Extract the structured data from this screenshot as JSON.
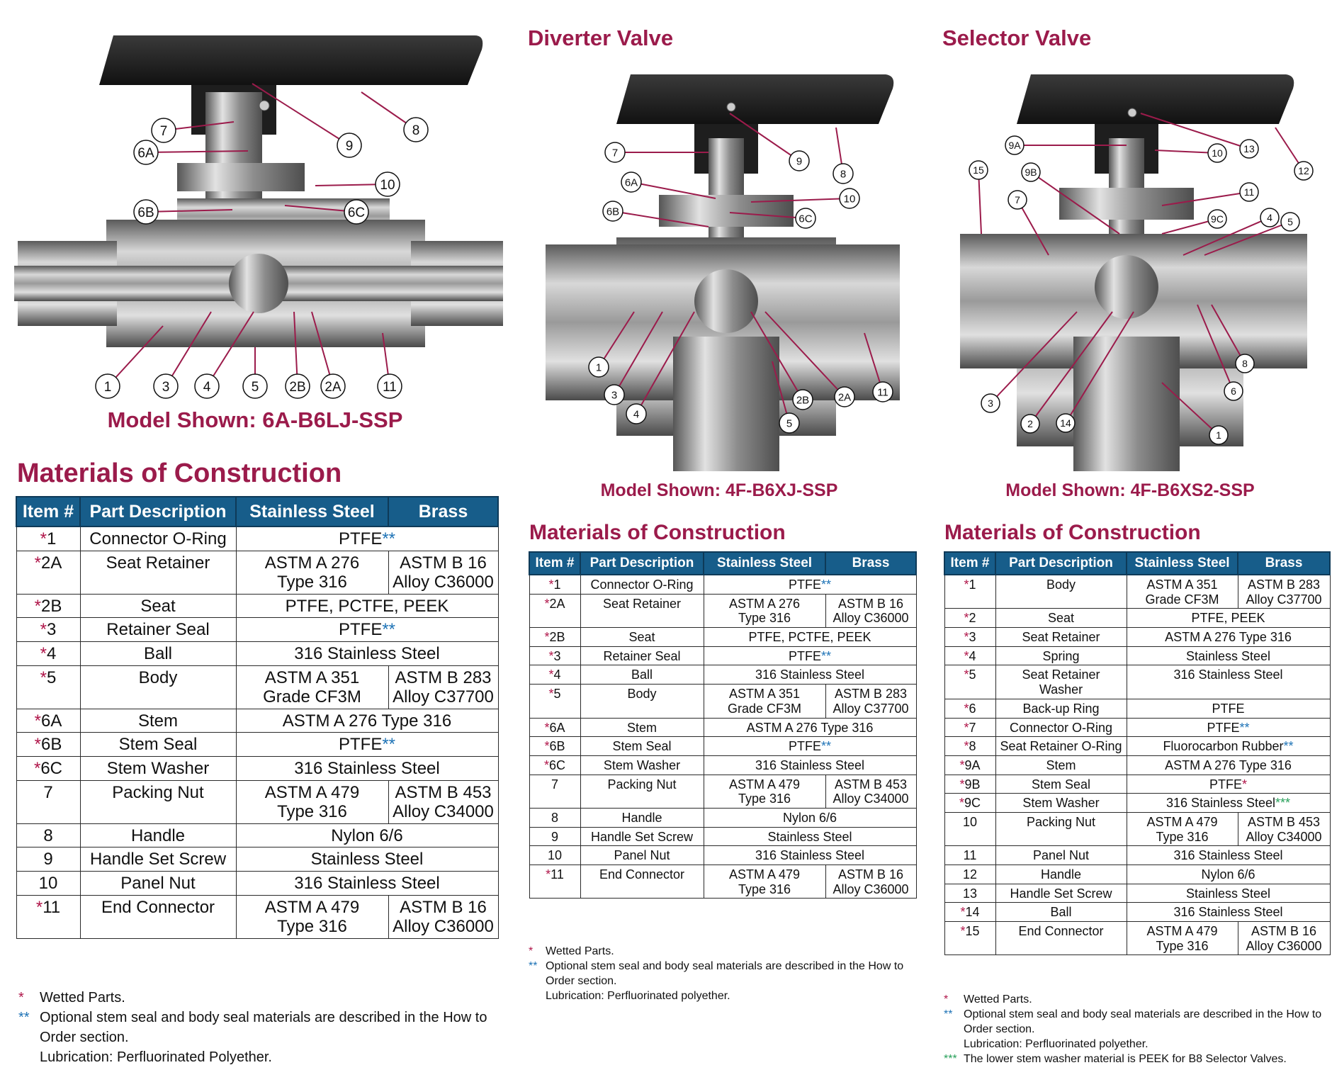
{
  "valve1": {
    "model": "Model Shown: 6A-B6LJ-SSP",
    "callouts": [
      "1",
      "2A",
      "2B",
      "3",
      "4",
      "5",
      "6A",
      "6B",
      "6C",
      "7",
      "8",
      "9",
      "10",
      "11"
    ]
  },
  "valve2": {
    "title": "Diverter Valve",
    "model": "Model Shown: 4F-B6XJ-SSP",
    "callouts": [
      "1",
      "2A",
      "2B",
      "3",
      "4",
      "5",
      "6A",
      "6B",
      "6C",
      "7",
      "8",
      "9",
      "10",
      "11"
    ]
  },
  "valve3": {
    "title": "Selector Valve",
    "model": "Model Shown: 4F-B6XS2-SSP",
    "callouts": [
      "1",
      "2",
      "3",
      "4",
      "5",
      "6",
      "7",
      "8",
      "9A",
      "9B",
      "9C",
      "10",
      "11",
      "12",
      "13",
      "14",
      "15"
    ]
  },
  "headers": [
    "Item #",
    "Part Description",
    "Stainless Steel",
    "Brass"
  ],
  "table1": {
    "heading": "Materials of Construction",
    "rows": [
      {
        "star": "*",
        "item": "1",
        "desc": "Connector O-Ring",
        "ss": "PTFE",
        "ssMark": "**"
      },
      {
        "star": "*",
        "item": "2A",
        "desc": "Seat Retainer",
        "ss": "ASTM A 276\nType 316",
        "brass": "ASTM B 16\nAlloy C36000"
      },
      {
        "star": "*",
        "item": "2B",
        "desc": "Seat",
        "ss": "PTFE, PCTFE, PEEK"
      },
      {
        "star": "*",
        "item": "3",
        "desc": "Retainer Seal",
        "ss": "PTFE",
        "ssMark": "**"
      },
      {
        "star": "*",
        "item": "4",
        "desc": "Ball",
        "ss": "316 Stainless Steel"
      },
      {
        "star": "*",
        "item": "5",
        "desc": "Body",
        "ss": "ASTM A 351\nGrade CF3M",
        "brass": "ASTM B 283\nAlloy C37700"
      },
      {
        "star": "*",
        "item": "6A",
        "desc": "Stem",
        "ss": "ASTM A 276 Type 316"
      },
      {
        "star": "*",
        "item": "6B",
        "desc": "Stem Seal",
        "ss": "PTFE",
        "ssMark": "**"
      },
      {
        "star": "*",
        "item": "6C",
        "desc": "Stem Washer",
        "ss": "316 Stainless Steel"
      },
      {
        "star": "",
        "item": "7",
        "desc": "Packing Nut",
        "ss": "ASTM A 479\nType 316",
        "brass": "ASTM B 453\nAlloy C34000"
      },
      {
        "star": "",
        "item": "8",
        "desc": "Handle",
        "ss": "Nylon 6/6"
      },
      {
        "star": "",
        "item": "9",
        "desc": "Handle Set Screw",
        "ss": "Stainless Steel"
      },
      {
        "star": "",
        "item": "10",
        "desc": "Panel Nut",
        "ss": "316 Stainless Steel"
      },
      {
        "star": "*",
        "item": "11",
        "desc": "End Connector",
        "ss": "ASTM A 479\nType 316",
        "brass": "ASTM B 16\nAlloy C36000"
      }
    ],
    "notes": [
      {
        "mark": "*",
        "text": "Wetted Parts."
      },
      {
        "mark": "**",
        "text": "Optional stem seal and body seal materials are described in the How to"
      },
      {
        "mark": "",
        "text": "Order section."
      },
      {
        "mark": "",
        "text": "Lubrication: Perfluorinated Polyether."
      }
    ]
  },
  "table2": {
    "heading": "Materials of Construction",
    "rows": [
      {
        "star": "*",
        "item": "1",
        "desc": "Connector O-Ring",
        "ss": "PTFE",
        "ssMark": "**"
      },
      {
        "star": "*",
        "item": "2A",
        "desc": "Seat Retainer",
        "ss": "ASTM A 276\nType 316",
        "brass": "ASTM B 16\nAlloy C36000"
      },
      {
        "star": "*",
        "item": "2B",
        "desc": "Seat",
        "ss": "PTFE, PCTFE, PEEK"
      },
      {
        "star": "*",
        "item": "3",
        "desc": "Retainer Seal",
        "ss": "PTFE",
        "ssMark": "**"
      },
      {
        "star": "*",
        "item": "4",
        "desc": "Ball",
        "ss": "316 Stainless Steel"
      },
      {
        "star": "*",
        "item": "5",
        "desc": "Body",
        "ss": "ASTM A 351\nGrade CF3M",
        "brass": "ASTM B 283\nAlloy C37700"
      },
      {
        "star": "*",
        "item": "6A",
        "desc": "Stem",
        "ss": "ASTM A 276 Type 316"
      },
      {
        "star": "*",
        "item": "6B",
        "desc": "Stem Seal",
        "ss": "PTFE",
        "ssMark": "**"
      },
      {
        "star": "*",
        "item": "6C",
        "desc": "Stem Washer",
        "ss": "316 Stainless Steel"
      },
      {
        "star": "",
        "item": "7",
        "desc": "Packing Nut",
        "ss": "ASTM A 479\nType 316",
        "brass": "ASTM B 453\nAlloy C34000"
      },
      {
        "star": "",
        "item": "8",
        "desc": "Handle",
        "ss": "Nylon 6/6"
      },
      {
        "star": "",
        "item": "9",
        "desc": "Handle Set Screw",
        "ss": "Stainless Steel"
      },
      {
        "star": "",
        "item": "10",
        "desc": "Panel Nut",
        "ss": "316 Stainless Steel"
      },
      {
        "star": "*",
        "item": "11",
        "desc": "End Connector",
        "ss": "ASTM A 479\nType 316",
        "brass": "ASTM B 16\nAlloy C36000"
      }
    ],
    "notes": [
      {
        "mark": "*",
        "text": "Wetted Parts."
      },
      {
        "mark": "**",
        "text": "Optional stem seal and body seal materials are described in the How to"
      },
      {
        "mark": "",
        "text": "Order section."
      },
      {
        "mark": "",
        "text": "Lubrication: Perfluorinated polyether."
      }
    ]
  },
  "table3": {
    "heading": "Materials of Construction",
    "rows": [
      {
        "star": "*",
        "item": "1",
        "desc": "Body",
        "ss": "ASTM A 351\nGrade CF3M",
        "brass": "ASTM B 283\nAlloy C37700"
      },
      {
        "star": "*",
        "item": "2",
        "desc": "Seat",
        "ss": "PTFE, PEEK"
      },
      {
        "star": "*",
        "item": "3",
        "desc": "Seat Retainer",
        "ss": "ASTM A 276 Type 316"
      },
      {
        "star": "*",
        "item": "4",
        "desc": "Spring",
        "ss": "Stainless Steel"
      },
      {
        "star": "*",
        "item": "5",
        "desc": "Seat Retainer Washer",
        "ss": "316 Stainless Steel"
      },
      {
        "star": "*",
        "item": "6",
        "desc": "Back-up Ring",
        "ss": "PTFE"
      },
      {
        "star": "*",
        "item": "7",
        "desc": "Connector O-Ring",
        "ss": "PTFE",
        "ssMark": "**"
      },
      {
        "star": "*",
        "item": "8",
        "desc": "Seat Retainer O-Ring",
        "ss": "Fluorocarbon Rubber",
        "ssMark": "**"
      },
      {
        "star": "*",
        "item": "9A",
        "desc": "Stem",
        "ss": "ASTM A 276 Type 316"
      },
      {
        "star": "*",
        "item": "9B",
        "desc": "Stem Seal",
        "ss": "PTFE",
        "ssMark": "*"
      },
      {
        "star": "*",
        "item": "9C",
        "desc": "Stem Washer",
        "ss": "316 Stainless Steel",
        "ssMark": "***"
      },
      {
        "star": "",
        "item": "10",
        "desc": "Packing Nut",
        "ss": "ASTM A 479\nType 316",
        "brass": "ASTM B 453\nAlloy C34000"
      },
      {
        "star": "",
        "item": "11",
        "desc": "Panel Nut",
        "ss": "316 Stainless Steel"
      },
      {
        "star": "",
        "item": "12",
        "desc": "Handle",
        "ss": "Nylon 6/6"
      },
      {
        "star": "",
        "item": "13",
        "desc": "Handle Set Screw",
        "ss": "Stainless Steel"
      },
      {
        "star": "*",
        "item": "14",
        "desc": "Ball",
        "ss": "316 Stainless Steel"
      },
      {
        "star": "*",
        "item": "15",
        "desc": "End Connector",
        "ss": "ASTM A 479\nType 316",
        "brass": "ASTM B 16\nAlloy C36000"
      }
    ],
    "notes": [
      {
        "mark": "*",
        "text": "Wetted Parts."
      },
      {
        "mark": "**",
        "text": "Optional stem seal and body seal materials are described in the How to"
      },
      {
        "mark": "",
        "text": "Order section."
      },
      {
        "mark": "",
        "text": "Lubrication: Perfluorinated polyether."
      },
      {
        "mark": "***",
        "text": "The lower stem washer material is PEEK for B8 Selector Valves."
      }
    ]
  },
  "colors": {
    "heading": "#9b1b4b",
    "tableHeader": "#175d8a",
    "star": "#b0164a",
    "doubleStar": "#1e73b6",
    "tripleStar": "#27a05a"
  }
}
